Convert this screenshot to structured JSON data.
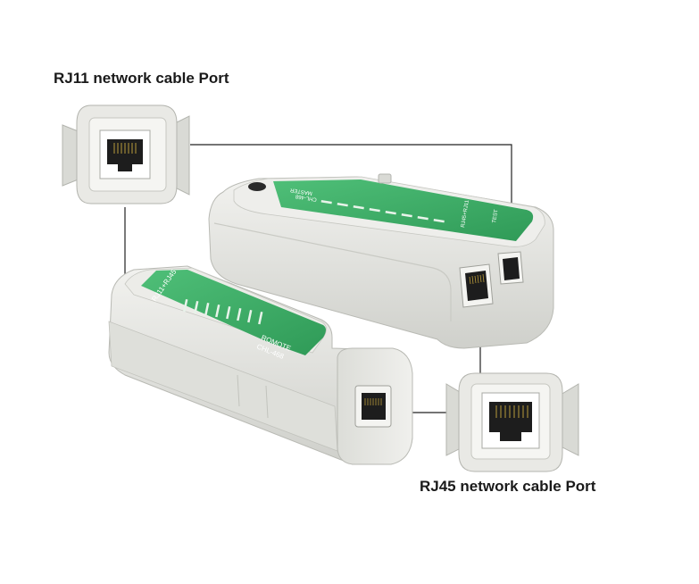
{
  "labels": {
    "rj11": "RJ11 network cable Port",
    "rj45": "RJ45 network cable Port"
  },
  "device": {
    "remote_panel": {
      "top_text": "RJ11+RJ45",
      "model_line1": "ROMOTE",
      "model_line2": "CHL-468"
    },
    "master_panel": {
      "model_line1": "MASTER",
      "model_line2": "CHL-468",
      "side_text": "RJ45+RJ11",
      "test_text": "TEST"
    }
  },
  "colors": {
    "panel_green": "#3fae68",
    "body_gray": "#e3e4e0",
    "line": "#222222"
  }
}
